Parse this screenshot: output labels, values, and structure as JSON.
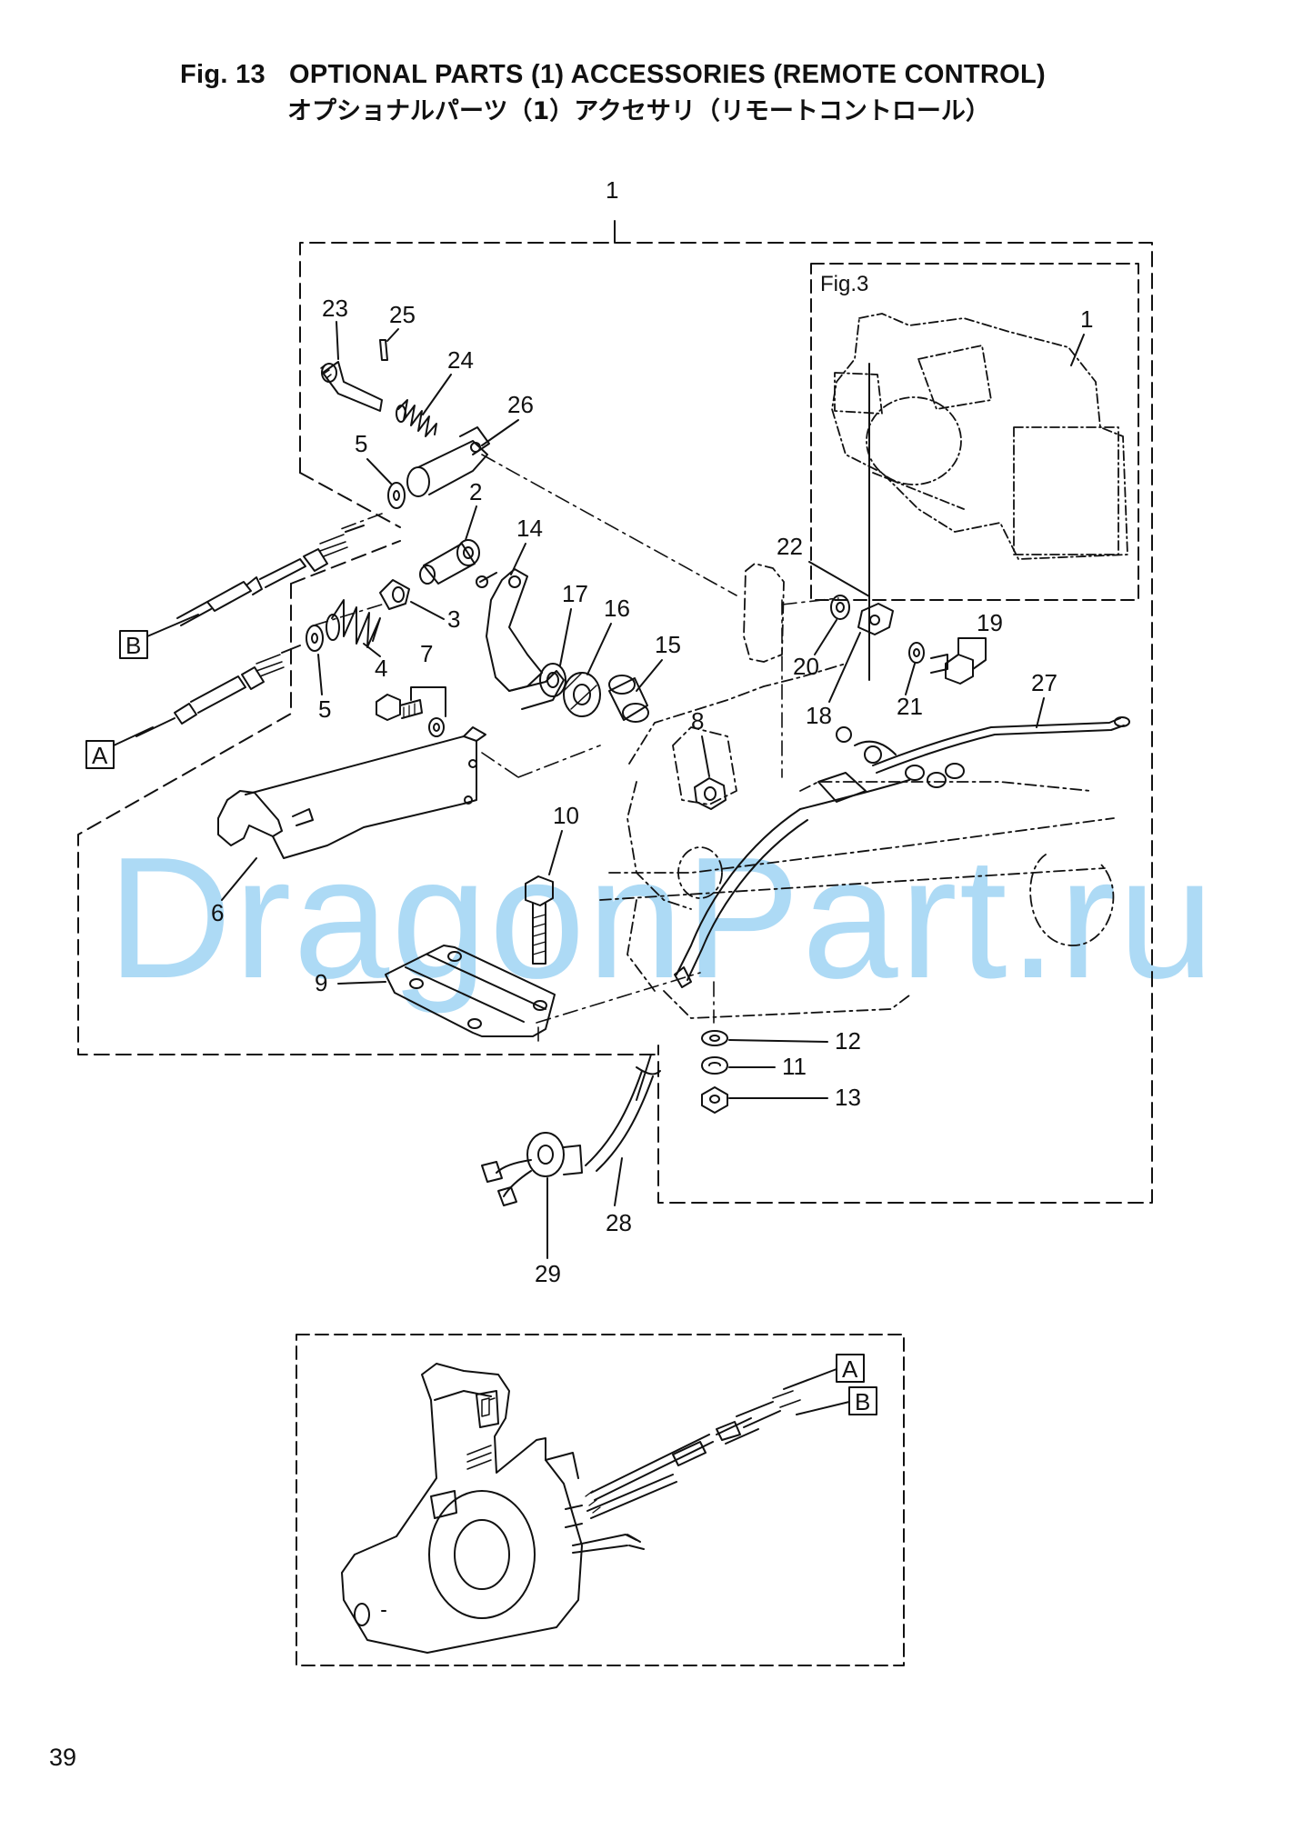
{
  "header": {
    "fig_label": "Fig. 13",
    "title_en": "OPTIONAL PARTS (1) ACCESSORIES (REMOTE CONTROL)",
    "title_jp": "オプショナルパーツ（1）アクセサリ（リモートコントロール）"
  },
  "inset": {
    "label": "Fig.3",
    "part": "1"
  },
  "callouts": {
    "p1": "1",
    "p2": "2",
    "p3": "3",
    "p4": "4",
    "p5a": "5",
    "p5b": "5",
    "p6": "6",
    "p7": "7",
    "p8": "8",
    "p9": "9",
    "p10": "10",
    "p11": "11",
    "p12": "12",
    "p13": "13",
    "p14": "14",
    "p15": "15",
    "p16": "16",
    "p17": "17",
    "p18": "18",
    "p19": "19",
    "p20": "20",
    "p21": "21",
    "p22": "22",
    "p23": "23",
    "p24": "24",
    "p25": "25",
    "p26": "26",
    "p27": "27",
    "p28": "28",
    "p29": "29"
  },
  "cable_tags": {
    "a_left": "A",
    "b_left": "B",
    "a_right": "A",
    "b_right": "B"
  },
  "watermark": "DragonPart.ru",
  "page_number": "39"
}
